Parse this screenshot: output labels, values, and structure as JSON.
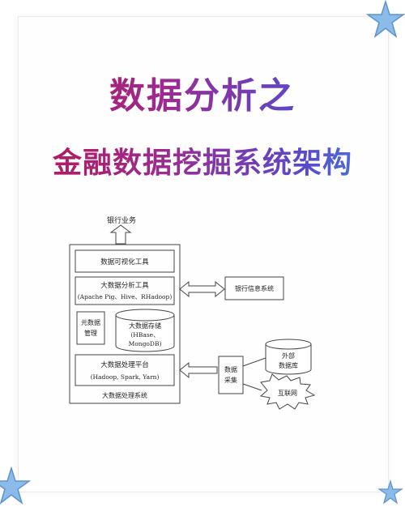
{
  "title": {
    "line1": "数据分析之",
    "line2": "金融数据挖掘系统架构"
  },
  "diagram": {
    "bank_business": "银行业务",
    "visualization_tool": "数据可视化工具",
    "analysis_tool": {
      "title": "大数据分析工具",
      "detail": "(Apache Pig、Hive、RHadoop)"
    },
    "metadata_mgmt": {
      "line1": "元数据",
      "line2": "管理"
    },
    "storage": {
      "title": "大数据存储",
      "line2": "(HBase、",
      "line3": "MongoDB)"
    },
    "processing_platform": {
      "title": "大数据处理平台",
      "detail": "(Hadoop, Spark, Yarn)"
    },
    "system_label": "大数据处理系统",
    "bank_info_system": "银行信息系统",
    "data_collection": {
      "line1": "数据",
      "line2": "采集"
    },
    "external_db": {
      "line1": "外部",
      "line2": "数据库"
    },
    "internet": "互联网"
  },
  "colors": {
    "star": "#7fb6e8",
    "gradient_start": "#b8164e",
    "gradient_end": "#3f8fe0"
  }
}
